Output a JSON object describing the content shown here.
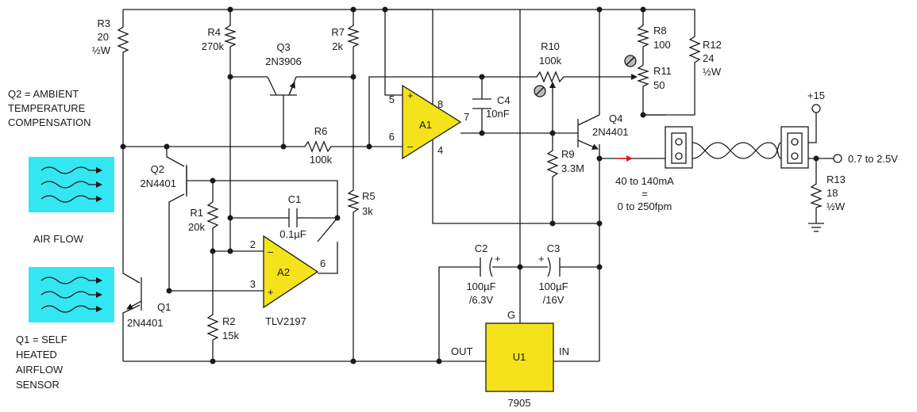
{
  "title": "Thermal anemometer circuit",
  "components": {
    "r3": {
      "ref": "R3",
      "value": "20",
      "rating": "½W"
    },
    "r4": {
      "ref": "R4",
      "value": "270k"
    },
    "r7": {
      "ref": "R7",
      "value": "2k"
    },
    "r6": {
      "ref": "R6",
      "value": "100k"
    },
    "r5": {
      "ref": "R5",
      "value": "3k"
    },
    "r1": {
      "ref": "R1",
      "value": "20k"
    },
    "r2": {
      "ref": "R2",
      "value": "15k"
    },
    "r10": {
      "ref": "R10",
      "value": "100k"
    },
    "r9": {
      "ref": "R9",
      "value": "3.3M"
    },
    "r8": {
      "ref": "R8",
      "value": "100"
    },
    "r11": {
      "ref": "R11",
      "value": "50"
    },
    "r12": {
      "ref": "R12",
      "value": "24",
      "rating": "½W"
    },
    "r13": {
      "ref": "R13",
      "value": "18",
      "rating": "½W"
    },
    "c1": {
      "ref": "C1",
      "value": "0.1µF"
    },
    "c4": {
      "ref": "C4",
      "value": "10nF"
    },
    "c2": {
      "ref": "C2",
      "value": "100µF",
      "rating": "/6.3V"
    },
    "c3": {
      "ref": "C3",
      "value": "100µF",
      "rating": "/16V"
    },
    "q1": {
      "ref": "Q1",
      "part": "2N4401"
    },
    "q2": {
      "ref": "Q2",
      "part": "2N4401"
    },
    "q3": {
      "ref": "Q3",
      "part": "2N3906"
    },
    "q4": {
      "ref": "Q4",
      "part": "2N4401"
    },
    "a1": {
      "ref": "A1",
      "pins": {
        "plus": "5",
        "minus": "6",
        "out": "7",
        "top": "8",
        "bottom": "4"
      }
    },
    "a2": {
      "ref": "A2",
      "part": "TLV2197",
      "pins": {
        "minus": "2",
        "plus": "3",
        "out": "6"
      }
    },
    "u1": {
      "ref": "U1",
      "part": "7905",
      "pins": {
        "out": "OUT",
        "in": "IN",
        "gnd": "G"
      }
    }
  },
  "annotations": {
    "q2_note": [
      "Q2 = AMBIENT",
      "TEMPERATURE",
      "COMPENSATION"
    ],
    "q1_note": [
      "Q1 = SELF",
      "HEATED",
      "AIRFLOW",
      "SENSOR"
    ],
    "air_flow": "AIR FLOW",
    "current_range": [
      "40 to 140mA",
      "=",
      "0 to 250fpm"
    ],
    "supply": "+15",
    "output": "0.7 to 2.5V"
  },
  "colors": {
    "opamp_fill": "#f4e21a",
    "sensor_fill": "#33e6f2",
    "current_arrow": "#e41a1a",
    "ink": "#1a1a1a"
  }
}
